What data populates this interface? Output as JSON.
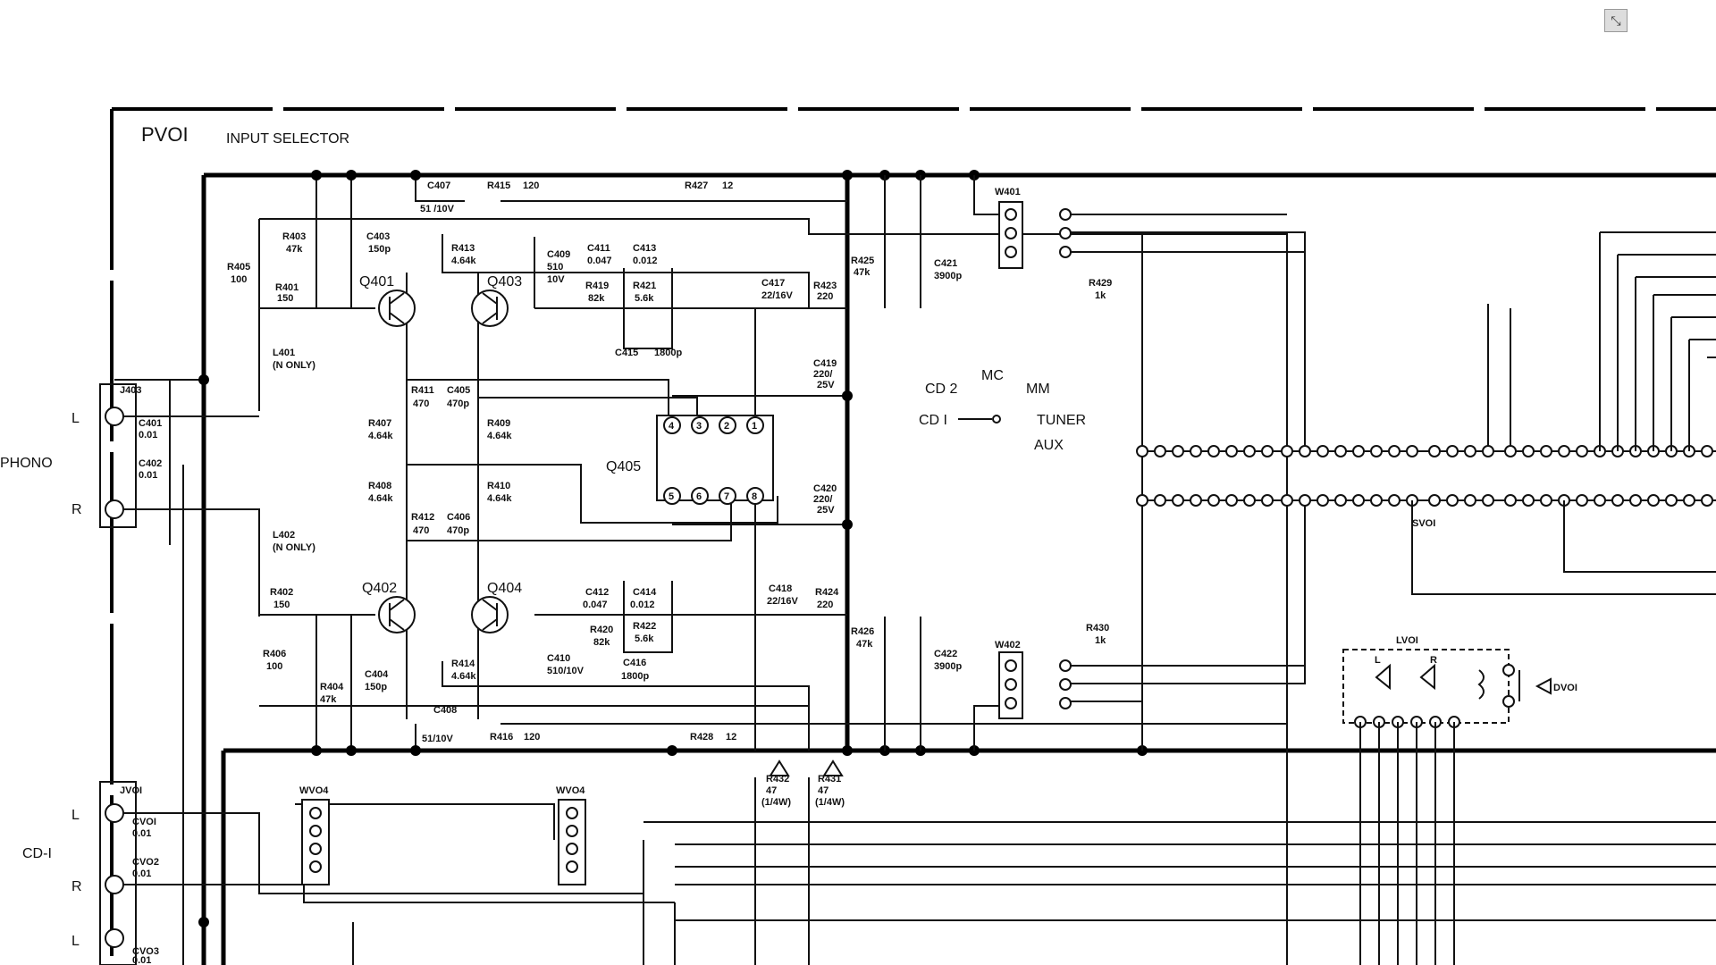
{
  "viewer": {
    "exit_fullscreen_icon": "exit-fullscreen-icon",
    "fullscreen_glyph": "⤡"
  },
  "schematic": {
    "title_block": "PVOI",
    "title_text": "INPUT  SELECTOR",
    "side_labels": {
      "phono": "PHONO",
      "cd1": "CD-I",
      "l1": "L",
      "r1": "R",
      "l2": "L",
      "r2": "R",
      "l3": "L"
    },
    "transistors": [
      "Q401",
      "Q403",
      "Q402",
      "Q404",
      "Q405"
    ],
    "connectors": {
      "j403": "J403",
      "jv01": "JVOI",
      "w401": "W401",
      "w402": "W402",
      "wv04a": "WVO4",
      "wv04b": "WVO4",
      "sv01": "SVOI",
      "lv01": "LVOI",
      "dv01": "DVOI"
    },
    "selector_labels": {
      "cd2": "CD 2",
      "mc": "MC",
      "mm": "MM",
      "cd1": "CD I",
      "tuner": "TUNER",
      "aux": "AUX"
    },
    "parts": {
      "c407": "C407",
      "c407v": "51 /10V",
      "r415": "R415",
      "r415v": "120",
      "r427": "R427",
      "r427v": "12",
      "r403": "R403",
      "r403v": "47k",
      "c403": "C403",
      "c403v": "150p",
      "r413": "R413",
      "r413v": "4.64k",
      "c409": "C409",
      "c409v": "510",
      "c409v2": "10V",
      "c411": "C411",
      "c411v": "0.047",
      "c413": "C413",
      "c413v": "0.012",
      "r405": "R405",
      "r405v": "100",
      "r401": "R401",
      "r401v": "150",
      "r419": "R419",
      "r419v": "82k",
      "r421": "R421",
      "r421v": "5.6k",
      "c417": "C417",
      "c417v": "22/16V",
      "r423": "R423",
      "r423v": "220",
      "c415": "C415",
      "c415v": "1800p",
      "r425": "R425",
      "r425v": "47k",
      "c421": "C421",
      "c421v": "3900p",
      "r429": "R429",
      "r429v": "1k",
      "l401": "L401",
      "l401v": "(N ONLY)",
      "r411": "R411",
      "r411v": "470",
      "c405": "C405",
      "c405v": "470p",
      "c419": "C419",
      "c419v": "220/",
      "c419v2": "25V",
      "r407": "R407",
      "r407v": "4.64k",
      "r409": "R409",
      "r409v": "4.64k",
      "c401": "C401",
      "c401v": "0.01",
      "c402": "C402",
      "c402v": "0.01",
      "r408": "R408",
      "r408v": "4.64k",
      "r410": "R410",
      "r410v": "4.64k",
      "c420": "C420",
      "c420v": "220/",
      "c420v2": "25V",
      "r412": "R412",
      "r412v": "470",
      "c406": "C406",
      "c406v": "470p",
      "l402": "L402",
      "l402v": "(N ONLY)",
      "r402": "R402",
      "r402v": "150",
      "c412": "C412",
      "c412v": "0.047",
      "c414": "C414",
      "c414v": "0.012",
      "c418": "C418",
      "c418v": "22/16V",
      "r424": "R424",
      "r424v": "220",
      "r420": "R420",
      "r420v": "82k",
      "r422": "R422",
      "r422v": "5.6k",
      "r426": "R426",
      "r426v": "47k",
      "c422": "C422",
      "c422v": "3900p",
      "r430": "R430",
      "r430v": "1k",
      "r406": "R406",
      "r406v": "100",
      "c410": "C410",
      "c410v": "510/10V",
      "c416": "C416",
      "c416v": "1800p",
      "r404": "R404",
      "r404v": "47k",
      "c404": "C404",
      "c404v": "150p",
      "r414": "R414",
      "r414v": "4.64k",
      "c408": "C408",
      "c408v": "51/10V",
      "r416": "R416",
      "r416v": "120",
      "r428": "R428",
      "r428v": "12",
      "r432": "R432",
      "r432v": "47",
      "r432v2": "(1/4W)",
      "r431": "R431",
      "r431v": "47",
      "r431v2": "(1/4W)",
      "cv01": "CVOI",
      "cv01v": "0.01",
      "cv02": "CVO2",
      "cv02v": "0.01",
      "cv03": "CVO3",
      "cv03v": "0.01"
    },
    "ic_pins_top": [
      "4",
      "3",
      "2",
      "1"
    ],
    "ic_pins_bottom": [
      "5",
      "6",
      "7",
      "8"
    ],
    "relay_labels": {
      "l": "L",
      "r": "R"
    }
  }
}
